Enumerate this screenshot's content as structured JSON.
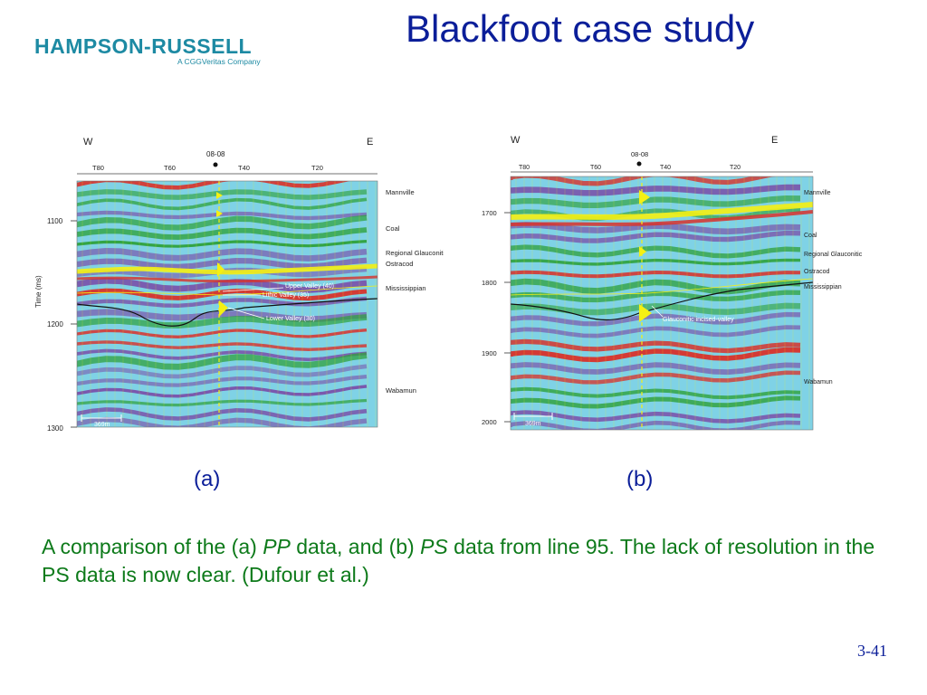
{
  "header": {
    "logo_text": "HAMPSON-RUSSELL",
    "logo_subtext": "A CGGVeritas Company",
    "title": "Blackfoot case study"
  },
  "panel_a": {
    "dir_west": "W",
    "dir_east": "E",
    "well_label": "08-08",
    "traces": [
      "T80",
      "T60",
      "T40",
      "T20"
    ],
    "y_axis_label": "Time (ms)",
    "time_ticks": [
      "1100",
      "1200",
      "1300"
    ],
    "horizons": [
      "Mannville",
      "Coal",
      "Regional Glauconitic",
      "Ostracod",
      "Mississippian",
      "Wabamun"
    ],
    "annotations": [
      "Upper Valley (40)",
      "Lithic Valley (35)",
      "Lower Valley (30)"
    ],
    "scale_bar": "369m",
    "caption_label": "(a)"
  },
  "panel_b": {
    "dir_west": "W",
    "dir_east": "E",
    "well_label": "08-08",
    "traces": [
      "T80",
      "T60",
      "T40",
      "T20"
    ],
    "time_ticks": [
      "1700",
      "1800",
      "1900",
      "2000"
    ],
    "horizons": [
      "Mannville",
      "Coal",
      "Regional Glauconitic",
      "Ostracod",
      "Mississippian",
      "Wabamun"
    ],
    "annotations": [
      "Glauconitic incised-valley"
    ],
    "scale_bar": "369m",
    "caption_label": "(b)"
  },
  "caption": {
    "part1": "A comparison of the (a) ",
    "pp": "PP",
    "part2": " data, and (b) ",
    "ps": "PS",
    "part3": " data from line 95.  The lack of resolution in the PS data is now clear. (Dufour et al.)"
  },
  "page_number": "3-41",
  "colors": {
    "title": "#0b1e99",
    "logo": "#1d8aa3",
    "caption": "#0d7a1a",
    "seismic_bg": "#7fd2e6",
    "seismic_green": "#2fa13c",
    "seismic_purple": "#7a4fa8",
    "seismic_red": "#d8312b",
    "seismic_yellow": "#f5f012"
  }
}
